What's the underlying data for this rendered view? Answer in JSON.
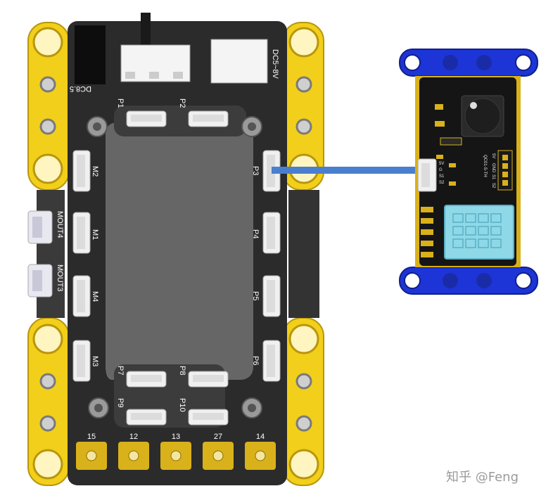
{
  "board": {
    "power_jack_label": "DC8.5",
    "voltage_label": "DC5~8V",
    "ports": {
      "p1": "P1",
      "p2": "P2",
      "p3": "P3",
      "p4": "P4",
      "p5": "P5",
      "p6": "P6",
      "p7": "P7",
      "p8": "P8",
      "p9": "P9",
      "p10": "P10"
    },
    "motors": {
      "m1": "M1",
      "m2": "M2",
      "m3": "M3",
      "m4": "M4"
    },
    "motor_outputs": {
      "mout3": "MOUT3",
      "mout4": "MOUT4"
    },
    "bottom_pads": [
      "15",
      "12",
      "13",
      "27",
      "14"
    ]
  },
  "sensor": {
    "model": "QC01-S-TH",
    "connector_pins": [
      "5V",
      "G",
      "S1",
      "S2"
    ],
    "header_pins": [
      "5V",
      "GND",
      "S1",
      "S2"
    ]
  },
  "watermark": "知乎 @Feng",
  "colors": {
    "board": "#2b2b2b",
    "side_bracket": "#f2cf1a",
    "gold_pad": "#d9b11a",
    "cable": "#4a7fcf",
    "sensor_bracket": "#1d35d6",
    "sensor_window": "#8ed8e8"
  }
}
